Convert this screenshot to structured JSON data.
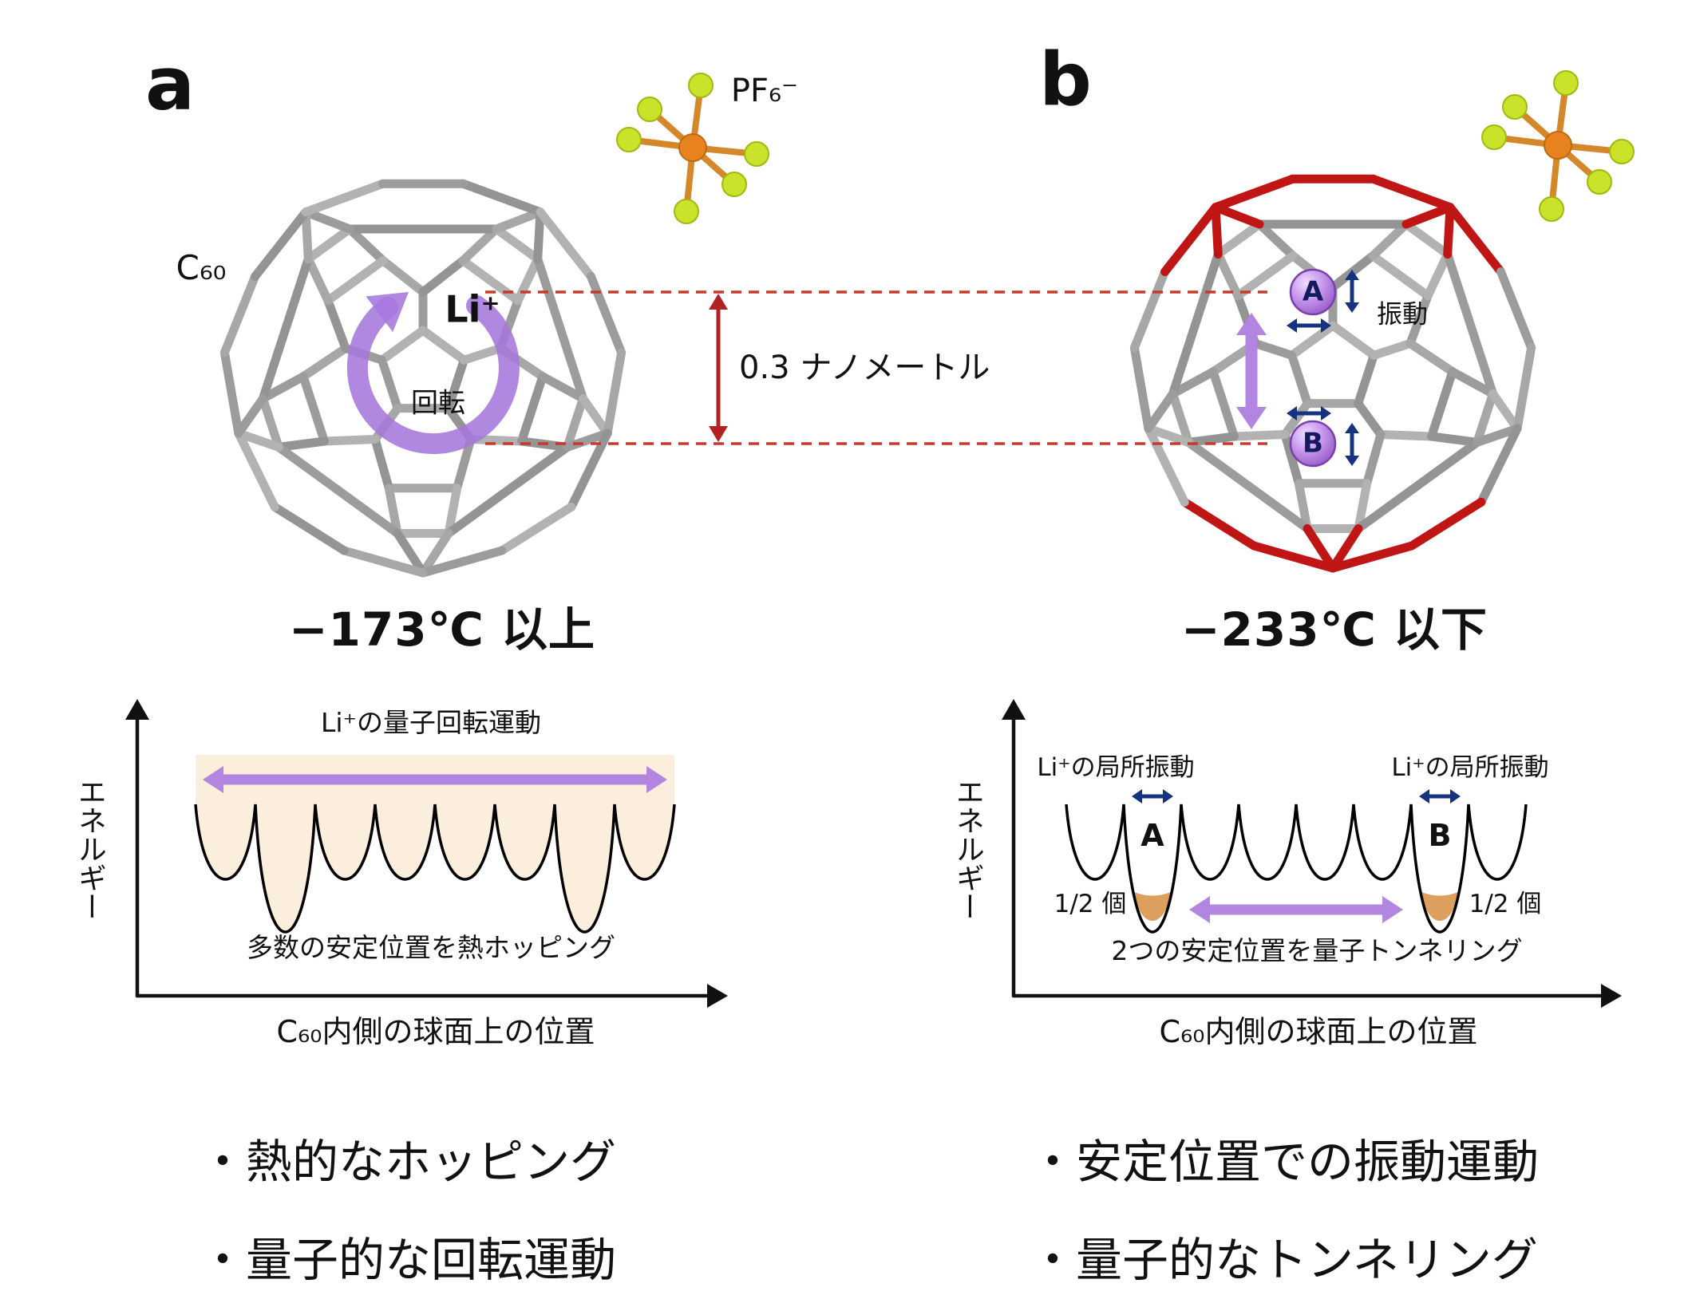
{
  "colors": {
    "purple": "#b285e0",
    "purple_ring": "#a678dc",
    "red": "#b22222",
    "dashed_red": "#c23b2e",
    "navy": "#15337e",
    "cage_gray": "#a6a6a6",
    "cage_red": "#c01515",
    "pf_orange": "#e8821e",
    "pf_green": "#cbe22a",
    "band_fill": "#fbeedd",
    "well_fill": "#dc9f5e",
    "sphere_purple": "#b06ad6"
  },
  "panel_a": {
    "letter": "a",
    "c60_label": "C₆₀",
    "pf6_label": "PF₆⁻",
    "li_label": "Li⁺",
    "rotation_label": "回転",
    "temperature": "−173℃ 以上",
    "energy": {
      "y_axis": "エネルギー",
      "x_axis": "C₆₀内側の球面上の位置",
      "motion_label": "Li⁺の量子回転運動",
      "hopping_label": "多数の安定位置を熱ホッピング"
    },
    "bullets": [
      "・熱的なホッピング",
      "・量子的な回転運動"
    ]
  },
  "distance": {
    "label": "0.3 ナノメートル"
  },
  "panel_b": {
    "letter": "b",
    "site_a": "A",
    "site_b": "B",
    "vibration_label": "振動",
    "temperature": "−233℃ 以下",
    "energy": {
      "y_axis": "エネルギー",
      "x_axis": "C₆₀内側の球面上の位置",
      "local_vib_left": "Li⁺の局所振動",
      "local_vib_right": "Li⁺の局所振動",
      "well_a": "A",
      "well_b": "B",
      "half_left": "1/2 個",
      "half_right": "1/2 個",
      "tunneling_label": "2つの安定位置を量子トンネリング"
    },
    "bullets": [
      "・安定位置での振動運動",
      "・量子的なトンネリング"
    ]
  }
}
